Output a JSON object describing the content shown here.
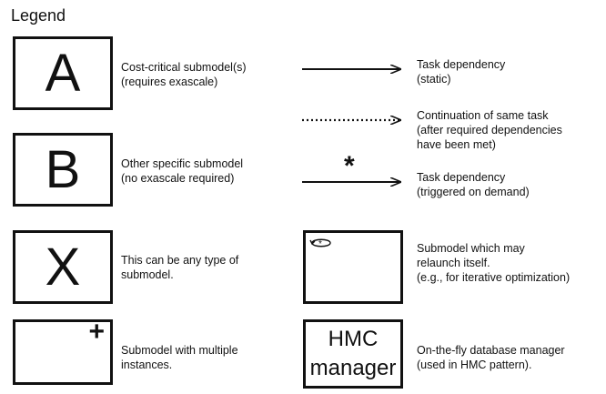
{
  "legend": {
    "title": "Legend"
  },
  "items": {
    "a": {
      "letter": "A",
      "lines": [
        "Cost-critical submodel(s)",
        "(requires exascale)"
      ]
    },
    "b": {
      "letter": "B",
      "lines": [
        "Other specific submodel",
        "(no exascale required)"
      ]
    },
    "x": {
      "letter": "X",
      "lines": [
        "This can be any type of",
        "submodel."
      ]
    },
    "multi": {
      "symbol": "+",
      "lines": [
        "Submodel with multiple",
        "instances."
      ]
    },
    "static_dep": {
      "lines": [
        "Task dependency",
        "(static)"
      ]
    },
    "continuation": {
      "lines": [
        "Continuation of same task",
        "(after required dependencies",
        "have been met)"
      ]
    },
    "on_demand": {
      "symbol": "*",
      "lines": [
        "Task dependency",
        "(triggered on demand)"
      ]
    },
    "relaunch": {
      "icon": "relaunch-loop-icon",
      "lines": [
        "Submodel which may",
        "relaunch itself.",
        "(e.g., for iterative optimization)"
      ]
    },
    "hmc": {
      "box_lines": [
        "HMC",
        "manager"
      ],
      "lines": [
        "On-the-fly database manager",
        "(used in HMC pattern)."
      ]
    }
  }
}
